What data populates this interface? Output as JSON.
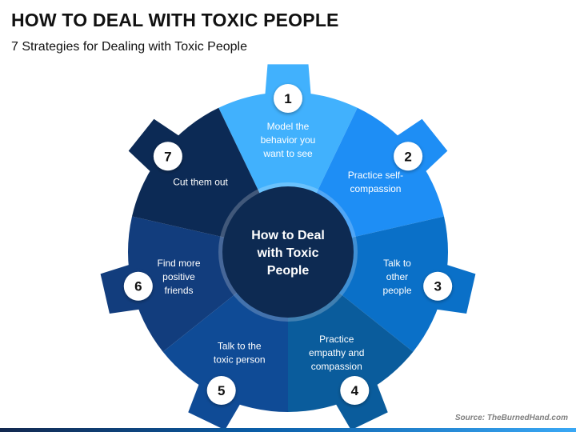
{
  "header": {
    "title": "HOW TO DEAL WITH TOXIC PEOPLE",
    "subtitle": "7 Strategies for Dealing with Toxic People"
  },
  "center": {
    "lines": [
      "How to Deal",
      "with Toxic",
      "People"
    ],
    "color": "#0d2a52"
  },
  "strategies": [
    {
      "number": "1",
      "lines": [
        "Model the",
        "behavior you",
        "want to see"
      ],
      "color": "#41b1fd"
    },
    {
      "number": "2",
      "lines": [
        "Practice self-",
        "compassion"
      ],
      "color": "#1e8ef5"
    },
    {
      "number": "3",
      "lines": [
        "Talk to",
        "other",
        "people"
      ],
      "color": "#0a70c8"
    },
    {
      "number": "4",
      "lines": [
        "Practice",
        "empathy and",
        "compassion"
      ],
      "color": "#0a5c9c"
    },
    {
      "number": "5",
      "lines": [
        "Talk to the",
        "toxic person"
      ],
      "color": "#0f4b96"
    },
    {
      "number": "6",
      "lines": [
        "Find more",
        "positive",
        "friends"
      ],
      "color": "#123d7d"
    },
    {
      "number": "7",
      "lines": [
        "Cut them out"
      ],
      "color": "#0c2a55"
    }
  ],
  "footer": {
    "source": "Source: TheBurnedHand.com"
  }
}
